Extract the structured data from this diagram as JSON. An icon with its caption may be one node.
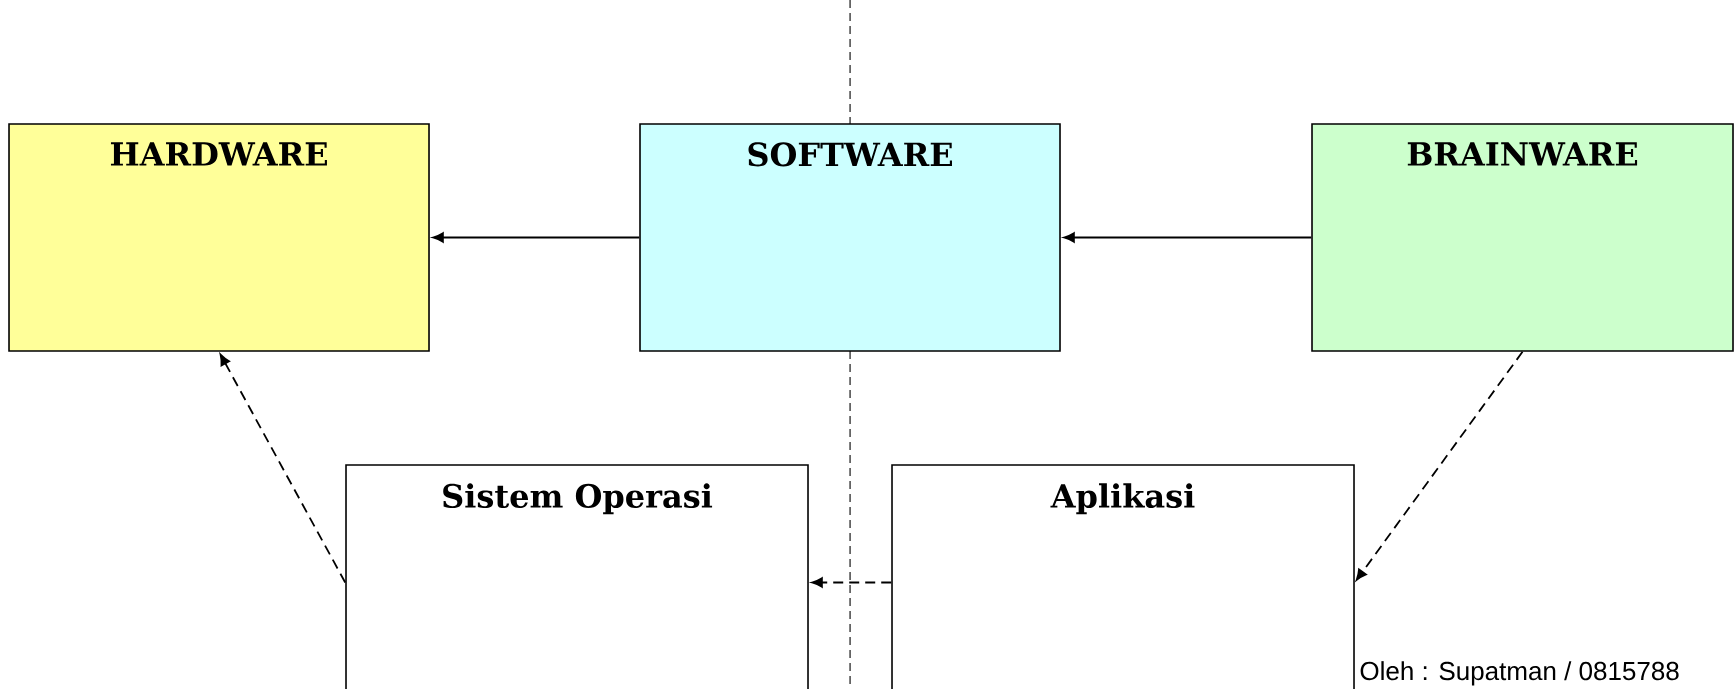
{
  "diagram": {
    "nodes": [
      {
        "text": [
          "HARDWARE"
        ]
      },
      {
        "text": [
          "SOFTWARE"
        ]
      },
      {
        "text": [
          "BRAINWARE"
        ]
      },
      {
        "text": [
          "Sistem Operasi"
        ]
      },
      {
        "text": [
          "Aplikasi"
        ]
      }
    ],
    "edges": [
      {
        "from": 1,
        "to": 0,
        "arrow": "to"
      },
      {
        "from": 2,
        "to": 1,
        "arrow": "to"
      },
      {
        "from": 3,
        "to": 0,
        "arrow": "to",
        "style": "dashed"
      },
      {
        "from": 2,
        "to": 4,
        "arrow": "to",
        "style": "dashed"
      },
      {
        "from": 4,
        "to": 3,
        "arrow": "to",
        "style": "dashed"
      }
    ],
    "labels": [
      "Oleh : Supatman / 0815788"
    ]
  }
}
